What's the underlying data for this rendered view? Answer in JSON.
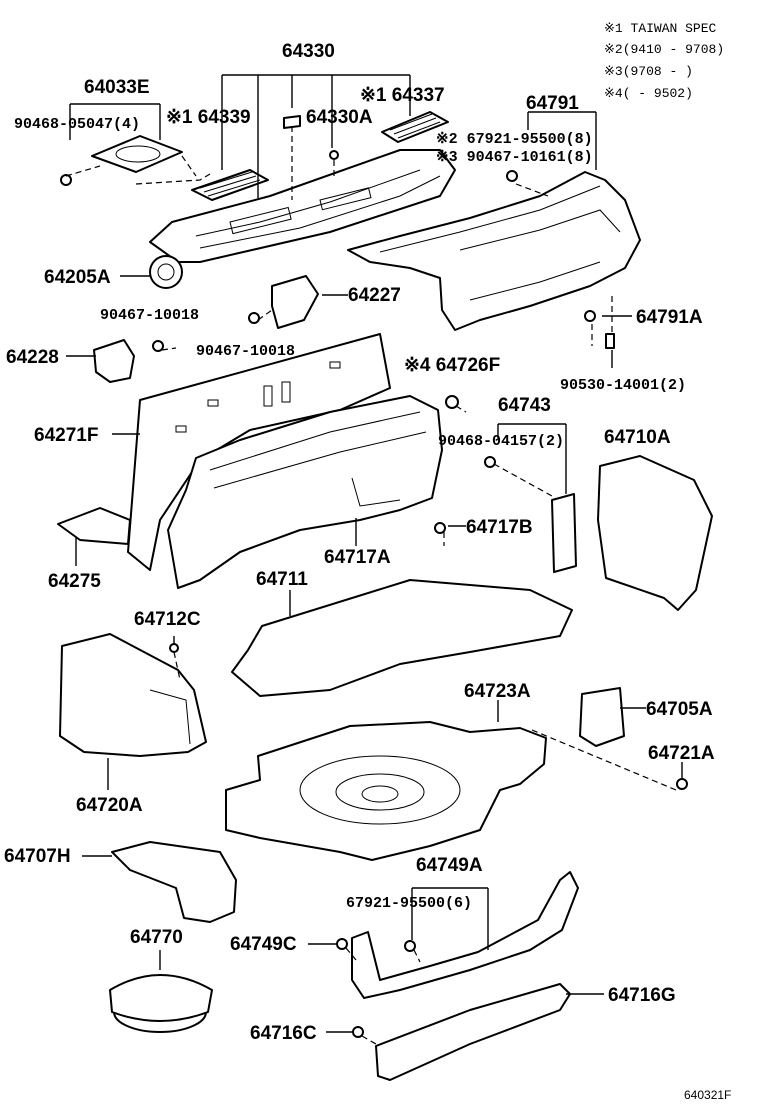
{
  "legend": [
    {
      "mark": "※1",
      "text": "TAIWAN SPEC"
    },
    {
      "mark": "※2",
      "text": "(9410 - 9708)"
    },
    {
      "mark": "※3",
      "text": "(9708 -     )"
    },
    {
      "mark": "※4",
      "text": "(     - 9502)"
    }
  ],
  "parts": {
    "p64330": "64330",
    "p64033E": "64033E",
    "p90468_05047": "90468-05047(4)",
    "p64339": "※1 64339",
    "p64330A": "64330A",
    "p64337": "※1 64337",
    "p64791": "64791",
    "p67921_95500_8": "※2 67921-95500(8)",
    "p90467_10161": "※3 90467-10161(8)",
    "p64205A": "64205A",
    "p64227": "64227",
    "p90467_10018a": "90467-10018",
    "p90467_10018b": "90467-10018",
    "p64228": "64228",
    "p64791A": "64791A",
    "p90530_14001": "90530-14001(2)",
    "p64726F": "※4 64726F",
    "p64743": "64743",
    "p90468_04157": "90468-04157(2)",
    "p64710A": "64710A",
    "p64271F": "64271F",
    "p64717B": "64717B",
    "p64717A": "64717A",
    "p64275": "64275",
    "p64711": "64711",
    "p64712C": "64712C",
    "p64723A": "64723A",
    "p64705A": "64705A",
    "p64721A": "64721A",
    "p64720A": "64720A",
    "p64707H": "64707H",
    "p64749A": "64749A",
    "p67921_95500_6": "67921-95500(6)",
    "p64770": "64770",
    "p64749C": "64749C",
    "p64716G": "64716G",
    "p64716C": "64716C"
  },
  "figure_code": "640321F"
}
